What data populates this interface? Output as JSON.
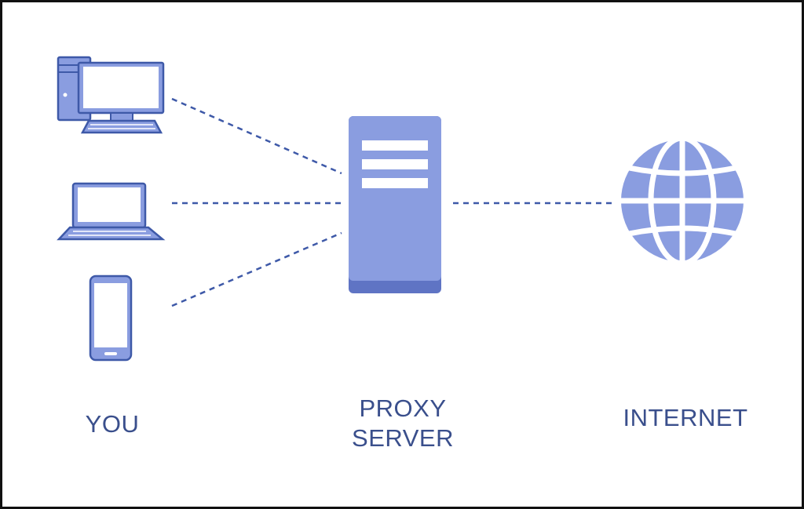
{
  "colors": {
    "fill": "#8a9de0",
    "stroke": "#3e59a8",
    "fill_dark": "#5f74c4",
    "text": "#3a4f8c",
    "border": "#111111"
  },
  "nodes": {
    "you": {
      "label": "YOU",
      "icons": [
        "desktop-computer-icon",
        "laptop-icon",
        "smartphone-icon"
      ]
    },
    "proxy": {
      "label_line1": "PROXY",
      "label_line2": "SERVER",
      "icon": "server-icon"
    },
    "internet": {
      "label": "INTERNET",
      "icon": "globe-icon"
    }
  },
  "edges": [
    {
      "from": "desktop",
      "to": "proxy",
      "style": "dashed"
    },
    {
      "from": "laptop",
      "to": "proxy",
      "style": "dashed"
    },
    {
      "from": "smartphone",
      "to": "proxy",
      "style": "dashed"
    },
    {
      "from": "proxy",
      "to": "internet",
      "style": "dashed"
    }
  ]
}
